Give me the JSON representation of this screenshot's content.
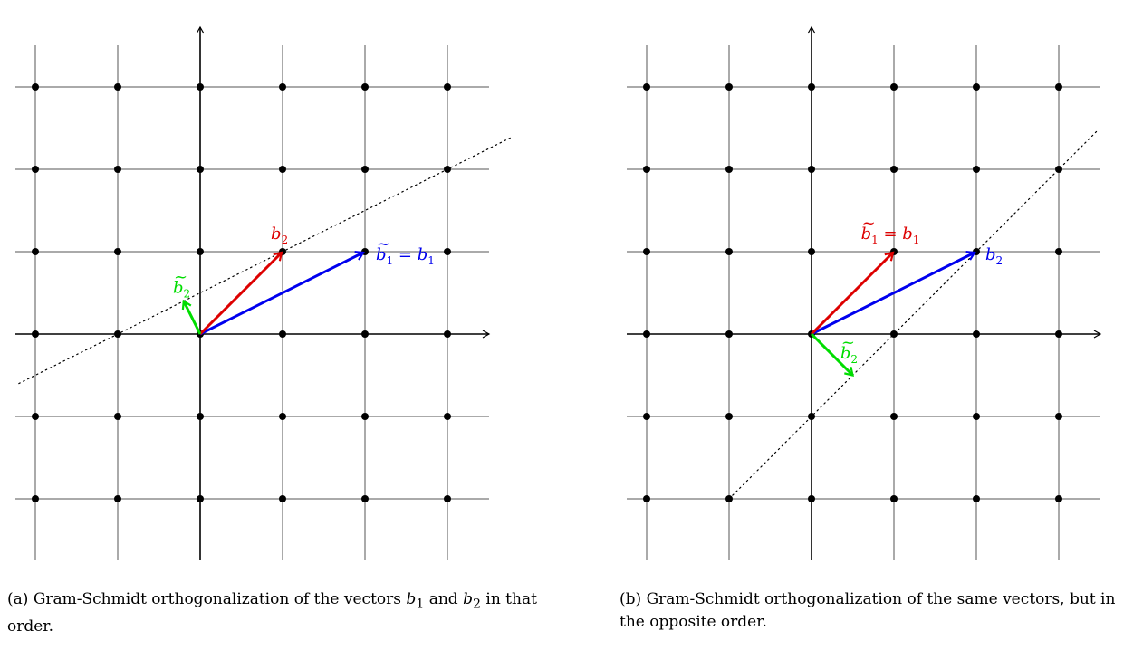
{
  "panels": [
    {
      "id": "a",
      "grid_range": [
        -2,
        3
      ],
      "b1": [
        2,
        1
      ],
      "b2": [
        1,
        1
      ],
      "b2_tilde": [
        -0.2,
        0.4
      ],
      "projection_line_slope": 0.5,
      "labels": {
        "red": {
          "base": "b",
          "sub": "2",
          "tilde": false,
          "rest": ""
        },
        "blue": {
          "base": "b",
          "sub": "1",
          "tilde": true,
          "rest": " = b",
          "rest_sub": "1"
        },
        "green": {
          "base": "b",
          "sub": "2",
          "tilde": true,
          "rest": ""
        }
      },
      "caption_tag": "(a)",
      "caption_parts": [
        "Gram-Schmidt orthogonalization of the vectors ",
        "b",
        "1",
        " and ",
        "b",
        "2",
        " in that order."
      ]
    },
    {
      "id": "b",
      "grid_range": [
        -2,
        3
      ],
      "b1": [
        1,
        1
      ],
      "b2": [
        2,
        1
      ],
      "b2_tilde": [
        0.5,
        -0.5
      ],
      "projection_line_slope": 1,
      "labels": {
        "red": {
          "base": "b",
          "sub": "1",
          "tilde": true,
          "rest": " = b",
          "rest_sub": "1"
        },
        "blue": {
          "base": "b",
          "sub": "2",
          "tilde": false,
          "rest": ""
        },
        "green": {
          "base": "b",
          "sub": "2",
          "tilde": true,
          "rest": ""
        }
      },
      "caption_tag": "(b)",
      "caption_text": "Gram-Schmidt orthogonalization of the same vectors, but in the opposite order."
    }
  ],
  "colors": {
    "red": "#dd0000",
    "blue": "#0000ee",
    "green": "#00dd00",
    "grid": "#555555",
    "axis": "#000000"
  }
}
